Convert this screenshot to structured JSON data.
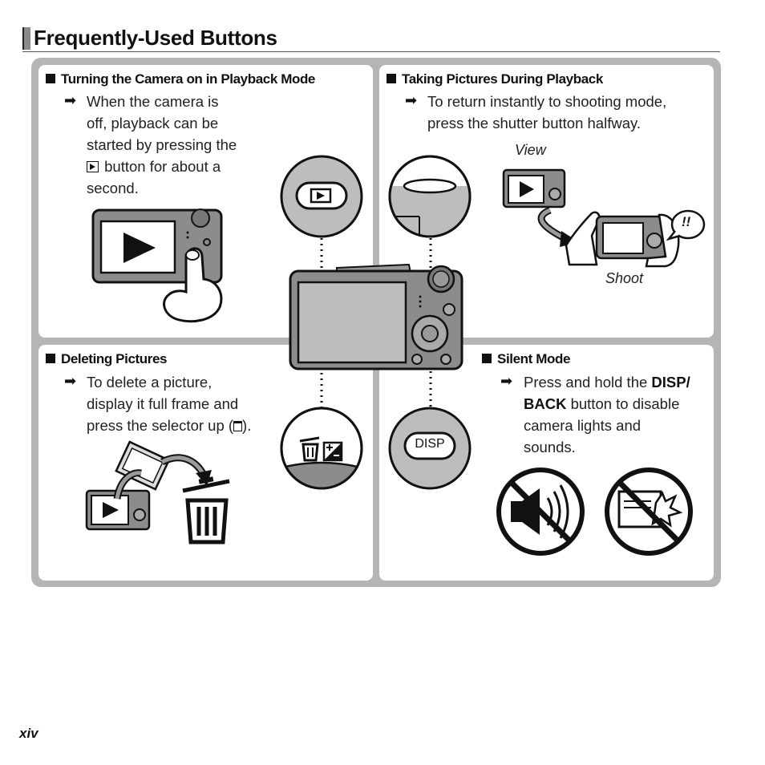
{
  "header": {
    "title": "Frequently-Used Buttons"
  },
  "sections": {
    "playback_on": {
      "heading": "Turning the Camera on in Playback Mode",
      "lines": [
        "When the camera is",
        "off, playback can be",
        "started by pressing the",
        "button for about a",
        "second."
      ]
    },
    "shoot_during_playback": {
      "heading": "Taking Pictures During Playback",
      "lines": [
        "To return instantly to shooting mode,",
        "press the shutter button halfway."
      ],
      "caption_view": "View",
      "caption_shoot": "Shoot",
      "exclaim": "!!"
    },
    "deleting": {
      "heading": "Deleting Pictures",
      "lines": [
        "To delete a picture,",
        "display it full frame and",
        "press the selector up (",
        ")."
      ]
    },
    "silent": {
      "heading": "Silent Mode",
      "line1_pre": "Press and hold the ",
      "line1_bold": "DISP/",
      "line2_bold": "BACK",
      "line2_post": " button to disable",
      "line3": "camera lights and",
      "line4": "sounds."
    }
  },
  "buttons": {
    "disp_label": "DISP"
  },
  "footer": {
    "page_number": "xiv"
  }
}
